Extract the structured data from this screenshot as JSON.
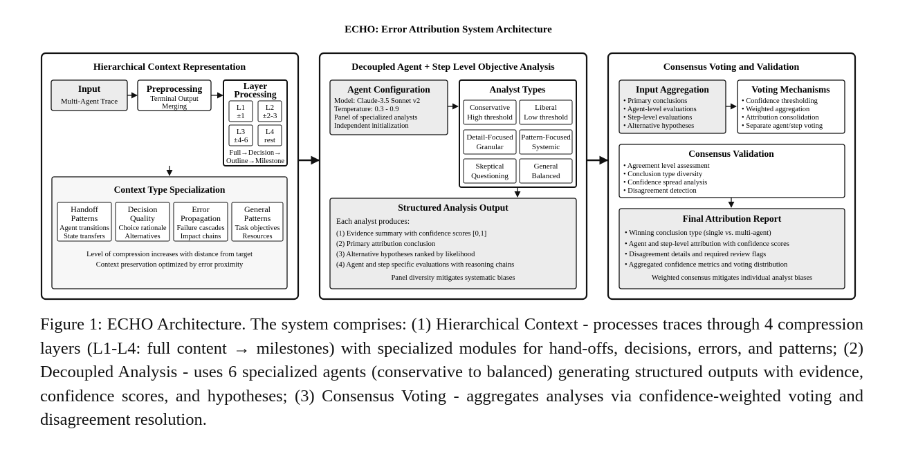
{
  "title": "ECHO: Error Attribution System Architecture",
  "panels": {
    "hierarchical": {
      "title": "Hierarchical Context Representation",
      "input": {
        "title": "Input",
        "subtitle": "Multi-Agent Trace"
      },
      "preprocessing": {
        "title": "Preprocessing",
        "line1": "Terminal Output",
        "line2": "Merging"
      },
      "layer": {
        "title1": "Layer",
        "title2": "Processing",
        "cells": [
          {
            "name": "L1",
            "range": "±1"
          },
          {
            "name": "L2",
            "range": "±2-3"
          },
          {
            "name": "L3",
            "range": "±4-6"
          },
          {
            "name": "L4",
            "range": "rest"
          }
        ],
        "flow1": "Full→Decision→",
        "flow2": "Outline→Milestone"
      },
      "context": {
        "title": "Context Type Specialization",
        "types": [
          {
            "l1": "Handoff",
            "l2": "Patterns",
            "l3": "Agent transitions",
            "l4": "State transfers"
          },
          {
            "l1": "Decision",
            "l2": "Quality",
            "l3": "Choice rationale",
            "l4": "Alternatives"
          },
          {
            "l1": "Error",
            "l2": "Propagation",
            "l3": "Failure cascades",
            "l4": "Impact chains"
          },
          {
            "l1": "General",
            "l2": "Patterns",
            "l3": "Task objectives",
            "l4": "Resources"
          }
        ],
        "note1": "Level of compression increases with distance from target",
        "note2": "Context preservation optimized by error proximity"
      }
    },
    "decoupled": {
      "title": "Decoupled Agent + Step Level Objective Analysis",
      "config": {
        "title": "Agent Configuration",
        "lines": [
          "Model: Claude-3.5 Sonnet v2",
          "Temperature: 0.3 - 0.9",
          "Panel of specialized analysts",
          "Independent initialization"
        ]
      },
      "analysts": {
        "title": "Analyst Types",
        "types": [
          {
            "l1": "Conservative",
            "l2": "High threshold"
          },
          {
            "l1": "Liberal",
            "l2": "Low threshold"
          },
          {
            "l1": "Detail-Focused",
            "l2": "Granular"
          },
          {
            "l1": "Pattern-Focused",
            "l2": "Systemic"
          },
          {
            "l1": "Skeptical",
            "l2": "Questioning"
          },
          {
            "l1": "General",
            "l2": "Balanced"
          }
        ]
      },
      "output": {
        "title": "Structured Analysis Output",
        "intro": "Each analyst produces:",
        "items": [
          "(1) Evidence summary with confidence scores [0,1]",
          "(2) Primary attribution conclusion",
          "(3) Alternative hypotheses ranked by likelihood",
          "(4) Agent and step specific evaluations with reasoning chains"
        ],
        "note": "Panel diversity mitigates systematic biases"
      }
    },
    "consensus": {
      "title": "Consensus Voting and Validation",
      "aggregation": {
        "title": "Input Aggregation",
        "items": [
          "• Primary conclusions",
          "• Agent-level evaluations",
          "• Step-level evaluations",
          "• Alternative hypotheses"
        ]
      },
      "voting": {
        "title": "Voting Mechanisms",
        "items": [
          "• Confidence thresholding",
          "• Weighted aggregation",
          "• Attribution consolidation",
          "• Separate agent/step voting"
        ]
      },
      "validation": {
        "title": "Consensus Validation",
        "items": [
          "• Agreement level assessment",
          "• Conclusion type diversity",
          "• Confidence spread analysis",
          "• Disagreement detection"
        ]
      },
      "report": {
        "title": "Final Attribution Report",
        "items": [
          "• Winning conclusion type (single vs. multi-agent)",
          "• Agent and step-level attribution with confidence scores",
          "• Disagreement details and required review flags",
          "• Aggregated confidence metrics and voting distribution"
        ],
        "note": "Weighted consensus mitigates individual analyst biases"
      }
    }
  },
  "caption": "Figure 1: ECHO Architecture. The system comprises: (1) Hierarchical Context - processes traces through 4 compression layers (L1-L4: full content → milestones) with specialized modules for hand-offs, decisions, errors, and patterns; (2) Decoupled Analysis - uses 6 specialized agents (conservative to balanced) generating structured outputs with evidence, confidence scores, and hypotheses; (3) Consensus Voting - aggregates analyses via confidence-weighted voting and disagreement resolution.",
  "colors": {
    "stroke": "#1a1a1a",
    "box_fill": "#ffffff",
    "shaded_fill": "#ececec",
    "panel_fill": "#f7f7f7"
  }
}
